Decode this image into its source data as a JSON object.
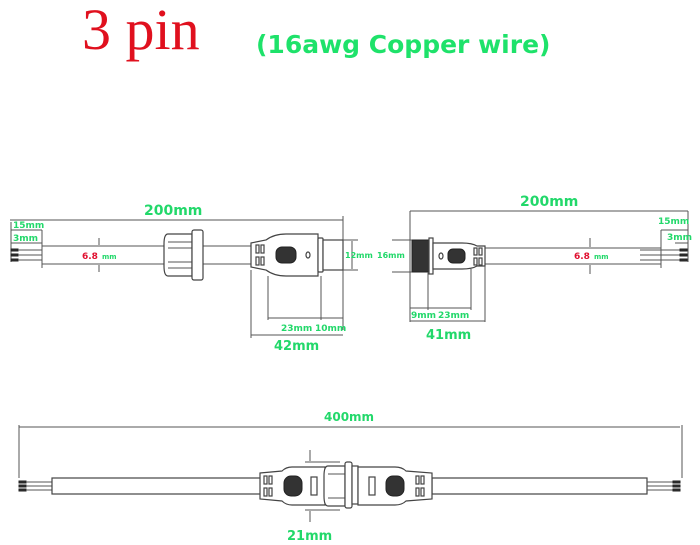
{
  "title": {
    "main": "3 pin",
    "sub": "(16awg Copper wire)"
  },
  "colors": {
    "title_main": "#e0101e",
    "dimension_text": "#22d86a",
    "diameter_value": "#e01030"
  },
  "male_cable": {
    "total_length": "200mm",
    "strip_length": "15mm",
    "tin_length": "3mm",
    "cable_diameter_value": "6.8",
    "cable_diameter_unit": "mm",
    "connector_diameter": "12mm",
    "segment_a": "23mm",
    "segment_b": "10mm",
    "connector_length": "42mm"
  },
  "female_cable": {
    "total_length": "200mm",
    "strip_length": "15mm",
    "tin_length": "3mm",
    "cable_diameter_value": "6.8",
    "cable_diameter_unit": "mm",
    "thread_diameter_left": "16mm",
    "segment_a": "9mm",
    "segment_b": "23mm",
    "connector_length": "41mm"
  },
  "assembled": {
    "total_length": "400mm",
    "connector_diameter": "21mm"
  }
}
